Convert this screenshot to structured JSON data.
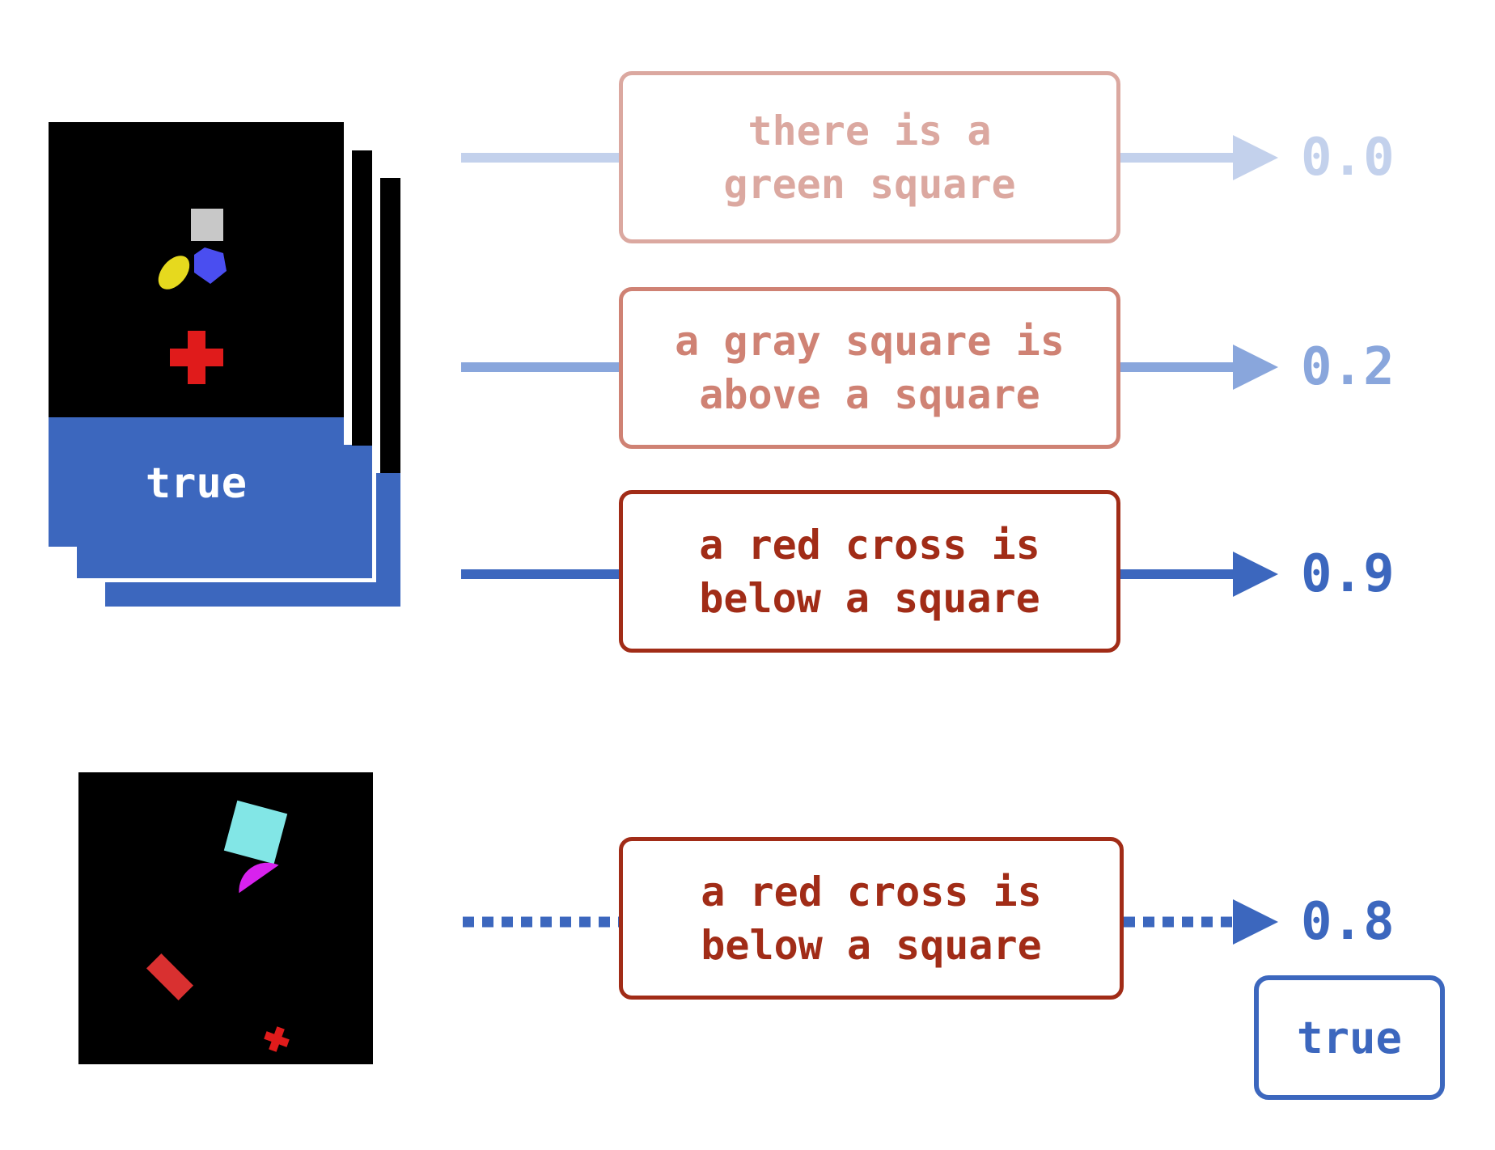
{
  "support_stack": {
    "label": "true"
  },
  "hypotheses": [
    {
      "line1": "there is a",
      "line2": "green square",
      "score": "0.0",
      "text_color": "#dba8a0",
      "border_color": "#dba8a0",
      "line_color": "#c3d1ec"
    },
    {
      "line1": "a gray square is",
      "line2": "above a square",
      "score": "0.2",
      "text_color": "#cf8274",
      "border_color": "#cf8274",
      "line_color": "#89a6dc"
    },
    {
      "line1": "a red cross is",
      "line2": "below a square",
      "score": "0.9",
      "text_color": "#a12c17",
      "border_color": "#a12c17",
      "line_color": "#3c67be"
    }
  ],
  "query": {
    "line1": "a red cross is",
    "line2": "below a square",
    "score": "0.8",
    "answer": "true",
    "text_color": "#a12c17",
    "border_color": "#a12c17",
    "line_color": "#3c67be"
  },
  "colors": {
    "blue": "#3c67be",
    "dark_red": "#a12c17"
  },
  "icons": {
    "shapes": [
      "gray-square",
      "yellow-ellipse",
      "blue-pentagon",
      "red-cross",
      "cyan-square",
      "magenta-semicircle",
      "red-rectangle",
      "red-cross-small"
    ]
  }
}
